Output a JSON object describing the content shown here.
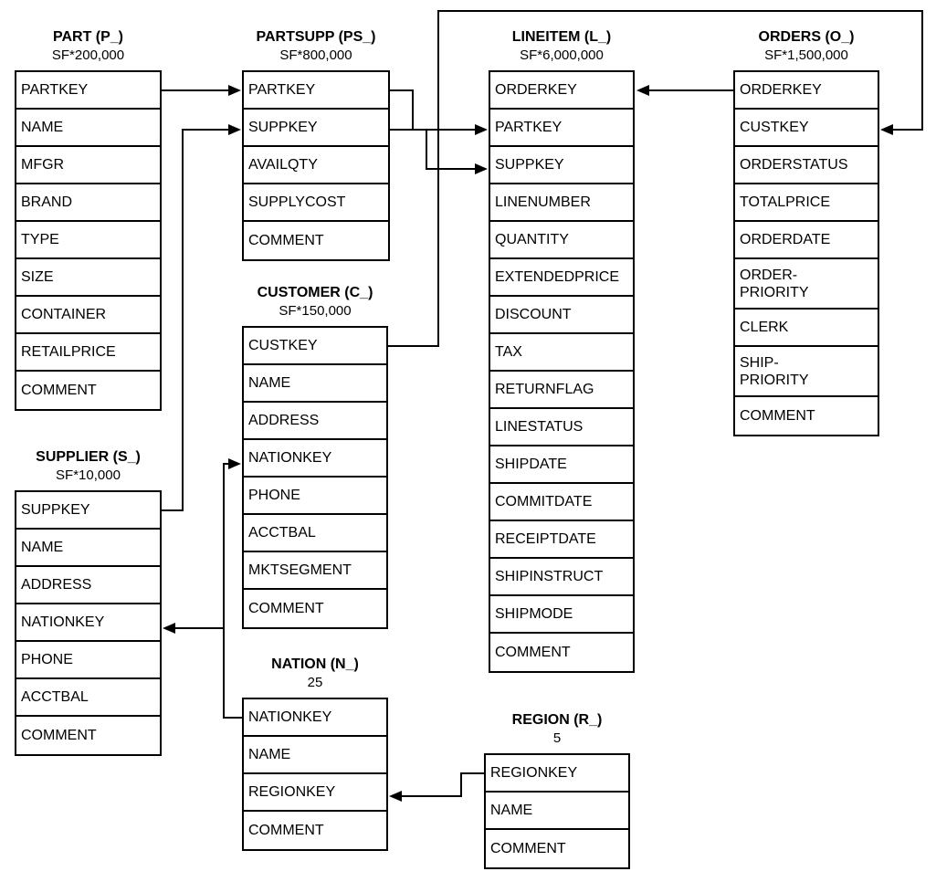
{
  "colors": {
    "line": "#000000",
    "background": "#ffffff",
    "text": "#000000"
  },
  "tables": [
    {
      "title": "PART (P_)",
      "cardinality": "SF*200,000",
      "columns": [
        "PARTKEY",
        "NAME",
        "MFGR",
        "BRAND",
        "TYPE",
        "SIZE",
        "CONTAINER",
        "RETAILPRICE",
        "COMMENT"
      ]
    },
    {
      "title": "PARTSUPP (PS_)",
      "cardinality": "SF*800,000",
      "columns": [
        "PARTKEY",
        "SUPPKEY",
        "AVAILQTY",
        "SUPPLYCOST",
        "COMMENT"
      ]
    },
    {
      "title": "LINEITEM (L_)",
      "cardinality": "SF*6,000,000",
      "columns": [
        "ORDERKEY",
        "PARTKEY",
        "SUPPKEY",
        "LINENUMBER",
        "QUANTITY",
        "EXTENDEDPRICE",
        "DISCOUNT",
        "TAX",
        "RETURNFLAG",
        "LINESTATUS",
        "SHIPDATE",
        "COMMITDATE",
        "RECEIPTDATE",
        "SHIPINSTRUCT",
        "SHIPMODE",
        "COMMENT"
      ]
    },
    {
      "title": "ORDERS (O_)",
      "cardinality": "SF*1,500,000",
      "columns": [
        "ORDERKEY",
        "CUSTKEY",
        "ORDERSTATUS",
        "TOTALPRICE",
        "ORDERDATE",
        "ORDER-\nPRIORITY",
        "CLERK",
        "SHIP-\nPRIORITY",
        "COMMENT"
      ]
    },
    {
      "title": "SUPPLIER (S_)",
      "cardinality": "SF*10,000",
      "columns": [
        "SUPPKEY",
        "NAME",
        "ADDRESS",
        "NATIONKEY",
        "PHONE",
        "ACCTBAL",
        "COMMENT"
      ]
    },
    {
      "title": "CUSTOMER (C_)",
      "cardinality": "SF*150,000",
      "columns": [
        "CUSTKEY",
        "NAME",
        "ADDRESS",
        "NATIONKEY",
        "PHONE",
        "ACCTBAL",
        "MKTSEGMENT",
        "COMMENT"
      ]
    },
    {
      "title": "NATION (N_)",
      "cardinality": "25",
      "columns": [
        "NATIONKEY",
        "NAME",
        "REGIONKEY",
        "COMMENT"
      ]
    },
    {
      "title": "REGION (R_)",
      "cardinality": "5",
      "columns": [
        "REGIONKEY",
        "NAME",
        "COMMENT"
      ]
    }
  ],
  "relationships": [
    {
      "from": "PART.PARTKEY",
      "to": "PARTSUPP.PARTKEY"
    },
    {
      "from": "SUPPLIER.SUPPKEY",
      "to": "PARTSUPP.SUPPKEY"
    },
    {
      "from": "PARTSUPP.PARTKEY",
      "to": "LINEITEM.PARTKEY"
    },
    {
      "from": "PARTSUPP.SUPPKEY",
      "to": "LINEITEM.SUPPKEY"
    },
    {
      "from": "ORDERS.ORDERKEY",
      "to": "LINEITEM.ORDERKEY"
    },
    {
      "from": "CUSTOMER.CUSTKEY",
      "to": "ORDERS.CUSTKEY"
    },
    {
      "from": "NATION.NATIONKEY",
      "to": "CUSTOMER.NATIONKEY"
    },
    {
      "from": "NATION.NATIONKEY",
      "to": "SUPPLIER.NATIONKEY"
    },
    {
      "from": "REGION.REGIONKEY",
      "to": "NATION.REGIONKEY"
    }
  ]
}
